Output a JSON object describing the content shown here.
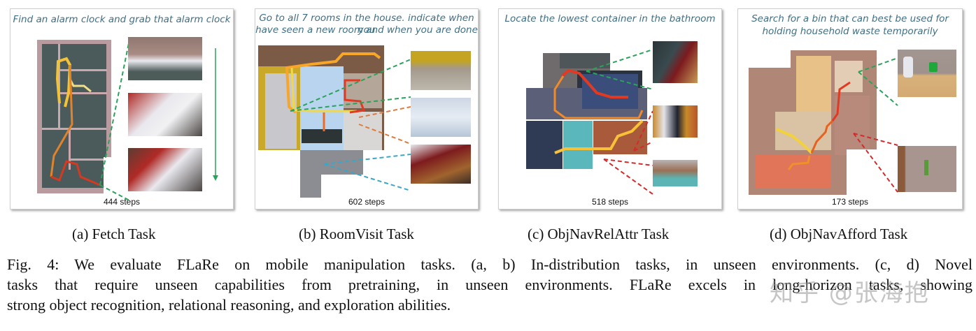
{
  "figure": {
    "panels": [
      {
        "id": "a",
        "instruction": "Find an alarm clock and grab that alarm clock",
        "steps": "444 steps",
        "subcaption": "(a) Fetch Task",
        "connector_colors": [
          "#2aa35a"
        ],
        "path_colors": [
          "#f2c33a",
          "#f0e08a",
          "#e0832a",
          "#d43a22"
        ]
      },
      {
        "id": "b",
        "instruction_line1": "Go to all 7 rooms in the house. indicate when you",
        "instruction_line2": "have seen a new room and when you are done",
        "steps": "602 steps",
        "subcaption": "(b) RoomVisit Task",
        "connector_colors": [
          "#2aa35a",
          "#e07a3a",
          "#3aa6c8"
        ],
        "path_colors": [
          "#f7a62a",
          "#f0d84a",
          "#e23a22",
          "#f06a22"
        ]
      },
      {
        "id": "c",
        "instruction": "Locate the lowest container in the bathroom",
        "steps": "518 steps",
        "subcaption": "(c) ObjNavRelAttr Task",
        "connector_colors": [
          "#2aa35a",
          "#d42a2a"
        ],
        "path_colors": [
          "#e23a22",
          "#f08a2a",
          "#f7c13a"
        ]
      },
      {
        "id": "d",
        "instruction_line1": "Search for a bin that can best be used for",
        "instruction_line2": "holding household waste temporarily",
        "steps": "173 steps",
        "subcaption": "(d) ObjNavAfford Task",
        "connector_colors": [
          "#2aa35a",
          "#d42a2a"
        ],
        "path_colors": [
          "#f2d23a",
          "#e8621f",
          "#e23a22"
        ]
      }
    ],
    "caption_lines": [
      "Fig. 4: We evaluate FLaRe on mobile manipulation tasks. (a, b) In-distribution tasks, in unseen environments. (c, d) Novel",
      "tasks that require unseen capabilities from pretraining, in unseen environments. FLaRe excels in long-horizon tasks, showing",
      "strong object recognition, relational reasoning, and exploration abilities."
    ],
    "watermark": "知乎 @张海抱"
  }
}
